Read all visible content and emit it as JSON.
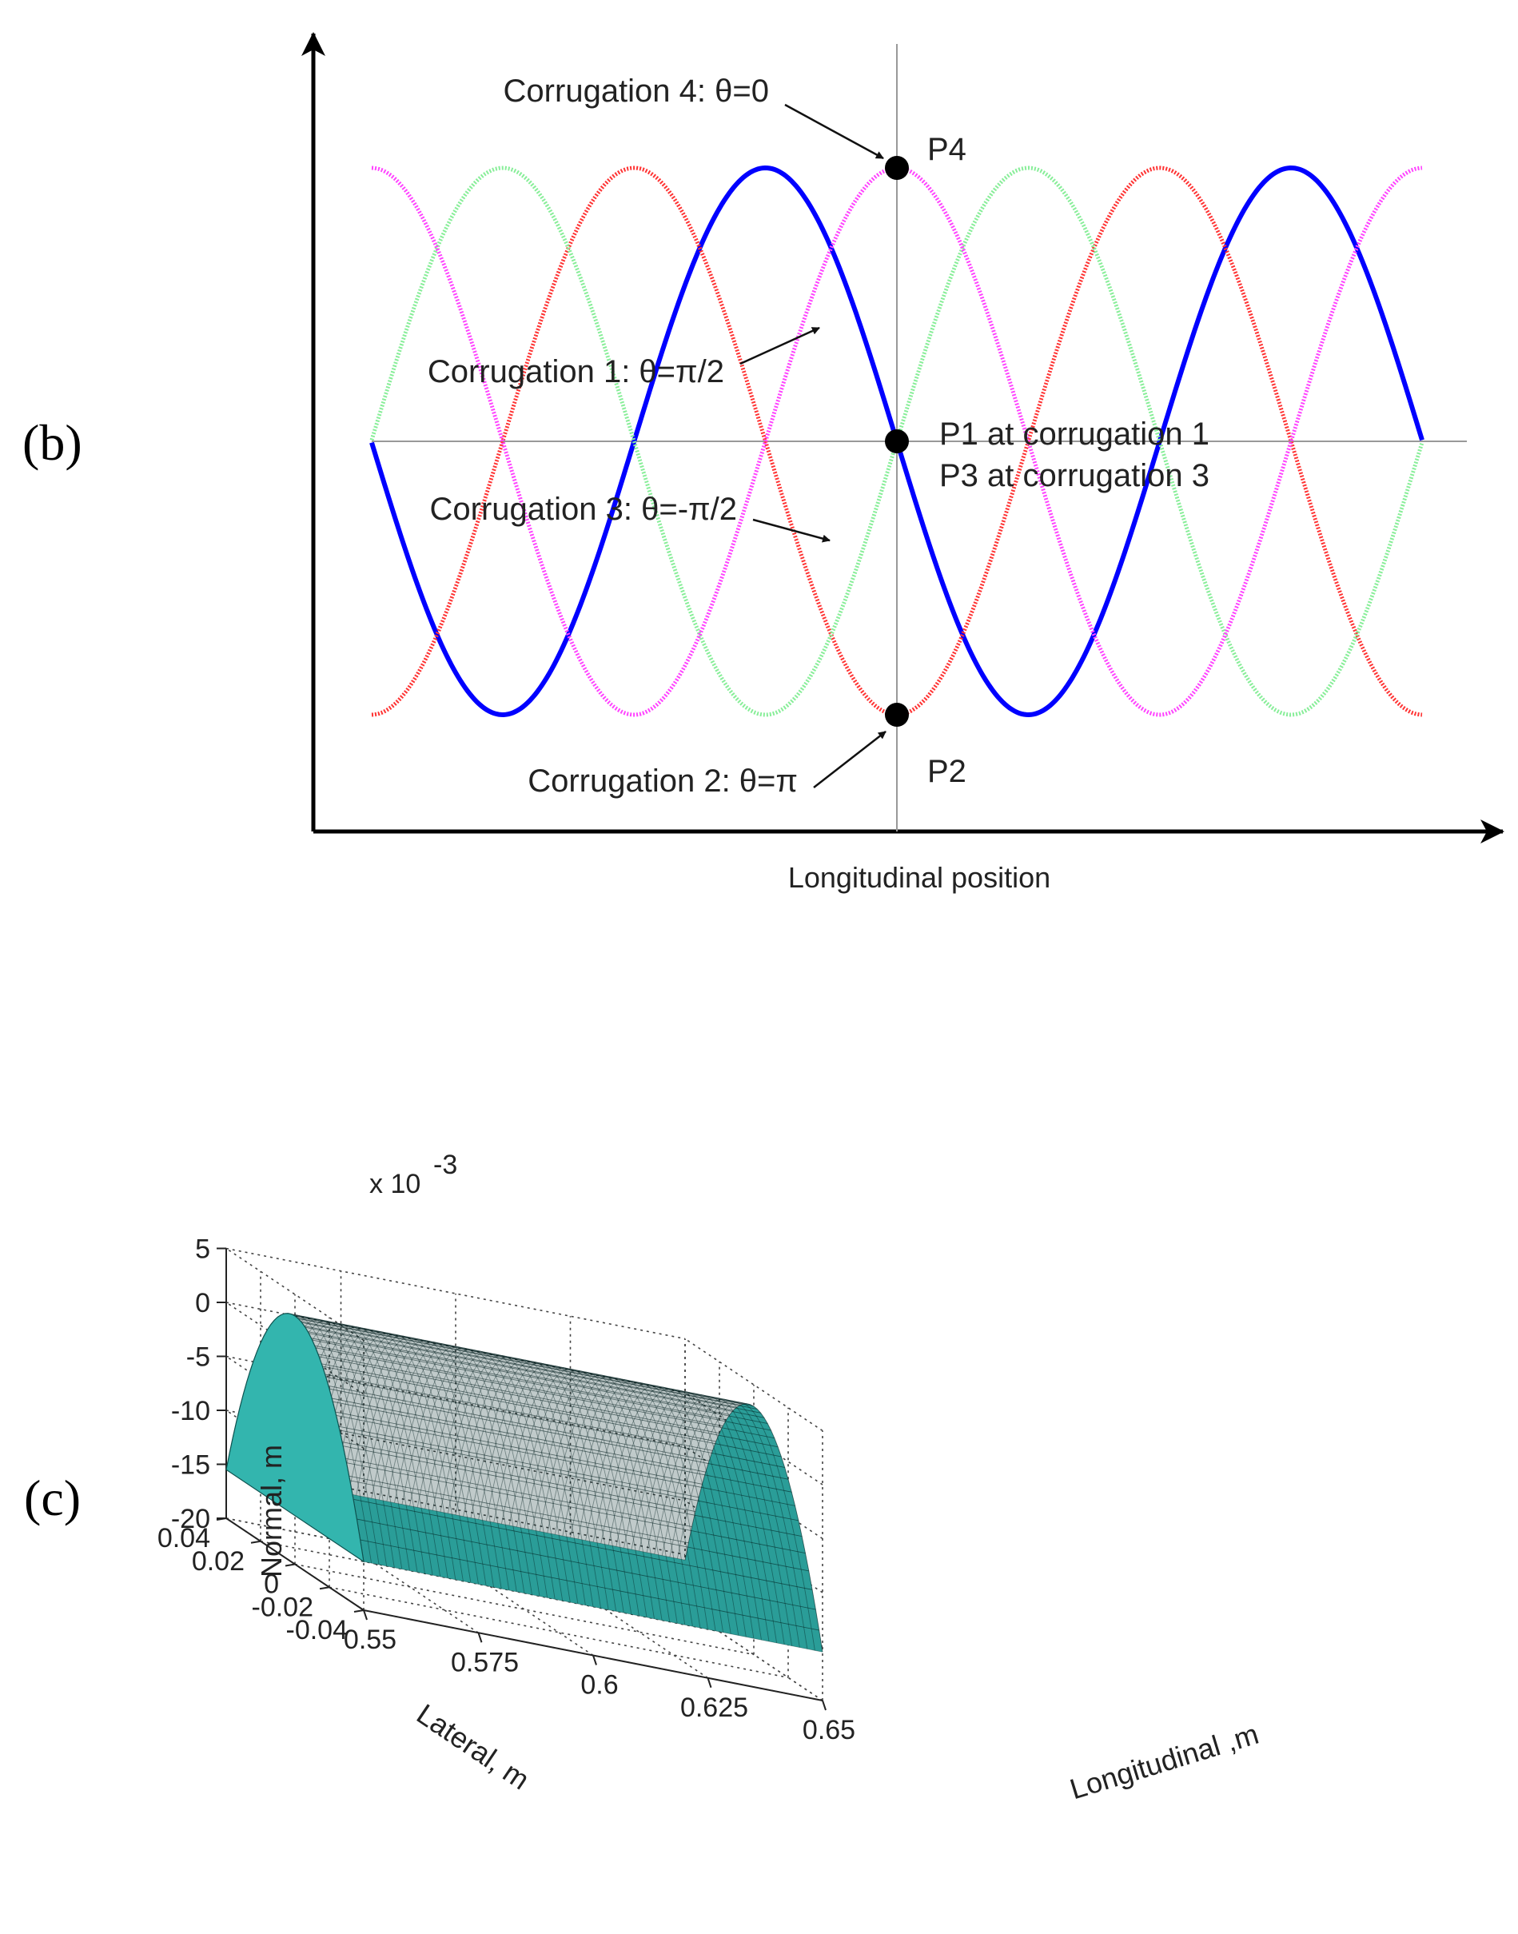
{
  "panels": {
    "b": {
      "label": "(b)"
    },
    "c": {
      "label": "(c)"
    }
  },
  "chart_data": [
    {
      "type": "line",
      "panel": "(b)",
      "title": "",
      "xlabel": "Longitudinal position",
      "ylabel": "",
      "phase_unit": "θ",
      "series": [
        {
          "label": "Corrugation 1: θ=π/2",
          "phase": 1.5708,
          "color": "#0000ff",
          "style": "solid"
        },
        {
          "label": "Corrugation 2: θ=π",
          "phase": 3.1416,
          "color": "#ff3333",
          "style": "dotted"
        },
        {
          "label": "Corrugation 3: θ=-π/2",
          "phase": -1.5708,
          "color": "#88ee99",
          "style": "dotted"
        },
        {
          "label": "Corrugation 4: θ=0",
          "phase": 0.0,
          "color": "#ff44ff",
          "style": "dotted"
        }
      ],
      "x_range_cycles": [
        -1,
        1
      ],
      "y_range": [
        -1,
        1
      ],
      "points": [
        {
          "label": "P4",
          "x": 0,
          "y": 1
        },
        {
          "label": "P1 at corrugation 1",
          "x": 0,
          "y": 0
        },
        {
          "label": "P3 at corrugation 3",
          "x": 0,
          "y": 0
        },
        {
          "label": "P2",
          "x": 0,
          "y": -1
        }
      ]
    },
    {
      "type": "surface",
      "panel": "(c)",
      "title": "",
      "xlabel": "Longitudinal ,m",
      "ylabel": "Lateral, m",
      "zlabel": "Normal, m",
      "z_exponent_label": "x 10",
      "z_exponent": "-3",
      "x_ticks": [
        "0.55",
        "0.575",
        "0.6",
        "0.625",
        "0.65"
      ],
      "y_ticks": [
        "0.04",
        "0.02",
        "0",
        "-0.02",
        "-0.04"
      ],
      "z_ticks": [
        "5",
        "0",
        "-5",
        "-10",
        "-15",
        "-20"
      ],
      "xlim": [
        0.55,
        0.65
      ],
      "ylim": [
        -0.04,
        0.04
      ],
      "zlim": [
        -20,
        5
      ],
      "surface_color": "#2ea8a2",
      "crown_z": 3,
      "edge_z": -15.5
    }
  ]
}
